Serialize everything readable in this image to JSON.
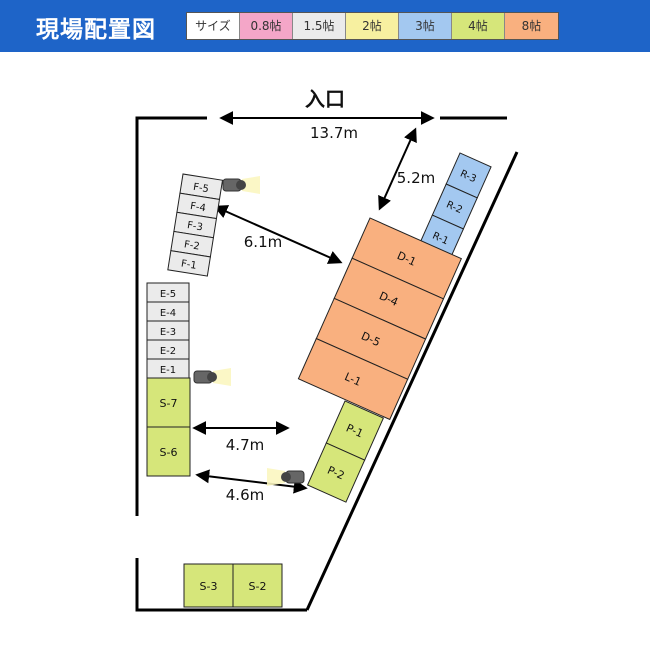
{
  "header": {
    "title": "現場配置図"
  },
  "legend": [
    {
      "label": "サイズ",
      "color": "#ffffff"
    },
    {
      "label": "0.8帖",
      "color": "#f4a6c8"
    },
    {
      "label": "1.5帖",
      "color": "#ebebeb"
    },
    {
      "label": "2帖",
      "color": "#f7f0a0"
    },
    {
      "label": "3帖",
      "color": "#a3c8f0"
    },
    {
      "label": "4帖",
      "color": "#d6e67a"
    },
    {
      "label": "8帖",
      "color": "#f9b07f"
    }
  ],
  "entrance": {
    "label": "入口"
  },
  "dimensions": {
    "entrance_width": "13.7m",
    "d_to_entrance": "5.2m",
    "f_to_d": "6.1m",
    "s_to_p": "4.7m",
    "s6_to_p2": "4.6m"
  },
  "units": {
    "F": [
      "F-5",
      "F-4",
      "F-3",
      "F-2",
      "F-1"
    ],
    "E": [
      "E-5",
      "E-4",
      "E-3",
      "E-2",
      "E-1"
    ],
    "S_column": [
      "S-7",
      "S-6"
    ],
    "S_bottom": [
      "S-3",
      "S-2"
    ],
    "R": [
      "R-3",
      "R-2",
      "R-1"
    ],
    "D": [
      "D-1",
      "D-4",
      "D-5",
      "L-1"
    ],
    "P": [
      "P-1",
      "P-2"
    ]
  }
}
